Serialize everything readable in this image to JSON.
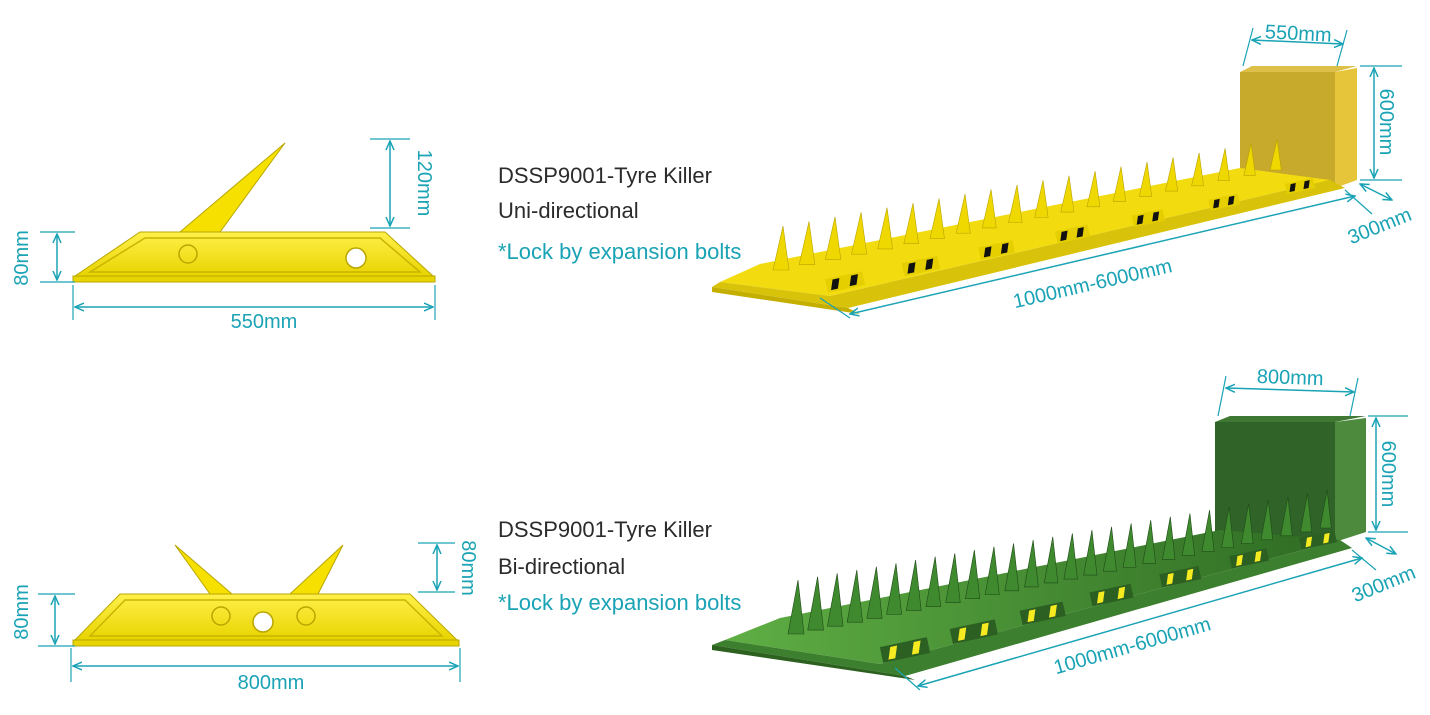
{
  "colors": {
    "dimension": "#1aa3b5",
    "yellow": "#f5e000",
    "yellow_dark": "#d8c400",
    "gold_box": "#c9ab2a",
    "green": "#4f9a3a",
    "green_dark": "#2f6a24",
    "text": "#2b2b2b"
  },
  "uni": {
    "title": "DSSP9001-Tyre Killer",
    "subtitle": "Uni-directional",
    "note": "*Lock by expansion bolts",
    "side_view": {
      "width": "550mm",
      "height": "80mm",
      "spike_height": "120mm"
    },
    "perspective": {
      "box_width": "550mm",
      "box_height": "600mm",
      "depth": "300mm",
      "length": "1000mm-6000mm"
    }
  },
  "bi": {
    "title": "DSSP9001-Tyre Killer",
    "subtitle": "Bi-directional",
    "note": "*Lock by expansion bolts",
    "side_view": {
      "width": "800mm",
      "height": "80mm",
      "spike_height": "80mm"
    },
    "perspective": {
      "box_width": "800mm",
      "box_height": "600mm",
      "depth": "300mm",
      "length": "1000mm-6000mm"
    }
  }
}
